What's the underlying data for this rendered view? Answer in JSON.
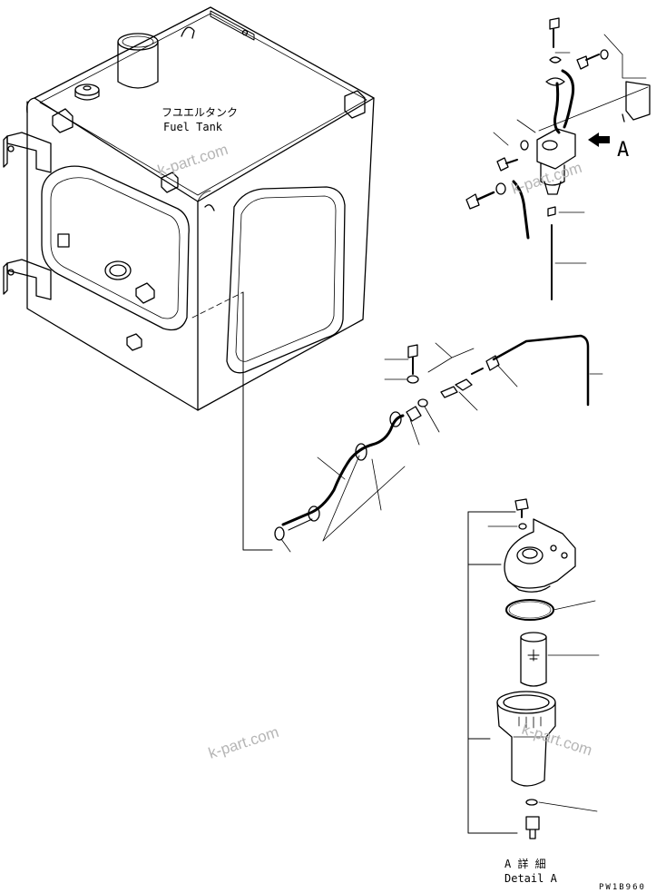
{
  "labels": {
    "tank_jp": "フユエルタンク",
    "tank_en": "Fuel Tank",
    "view_marker": "A",
    "detail_jp": "A 詳 細",
    "detail_en": "Detail A",
    "drawing_code": "PW1B960"
  },
  "watermark": {
    "text": "k-part.com",
    "color": "#b5b5b5"
  },
  "colors": {
    "line": "#000000",
    "background": "#ffffff"
  }
}
